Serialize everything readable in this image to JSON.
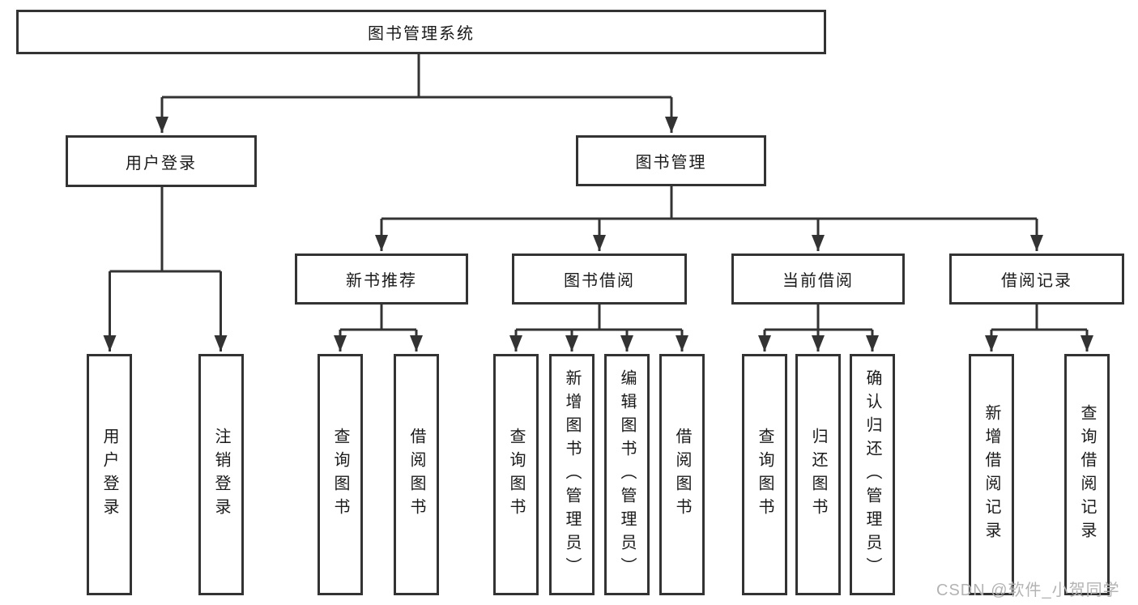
{
  "colors": {
    "line": "#333333",
    "text": "#1a1a1a",
    "box_background": "#ffffff",
    "watermark_text": "#b3b3b3"
  },
  "root": {
    "label": "图书管理系统"
  },
  "level2": {
    "user_login": {
      "label": "用户登录"
    },
    "book_management": {
      "label": "图书管理"
    }
  },
  "user_login_children": [
    {
      "label": "用户登录"
    },
    {
      "label": "注销登录"
    }
  ],
  "modules": [
    {
      "label": "新书推荐",
      "children": [
        {
          "label": "查询图书"
        },
        {
          "label": "借阅图书"
        }
      ]
    },
    {
      "label": "图书借阅",
      "children": [
        {
          "label": "查询图书"
        },
        {
          "label": "新增图书（管理员）"
        },
        {
          "label": "编辑图书（管理员）"
        },
        {
          "label": "借阅图书"
        }
      ]
    },
    {
      "label": "当前借阅",
      "children": [
        {
          "label": "查询图书"
        },
        {
          "label": "归还图书"
        },
        {
          "label": "确认归还（管理员）"
        }
      ]
    },
    {
      "label": "借阅记录",
      "children": [
        {
          "label": "新增借阅记录"
        },
        {
          "label": "查询借阅记录"
        }
      ]
    }
  ],
  "watermark": "CSDN @软件_小贺同学"
}
